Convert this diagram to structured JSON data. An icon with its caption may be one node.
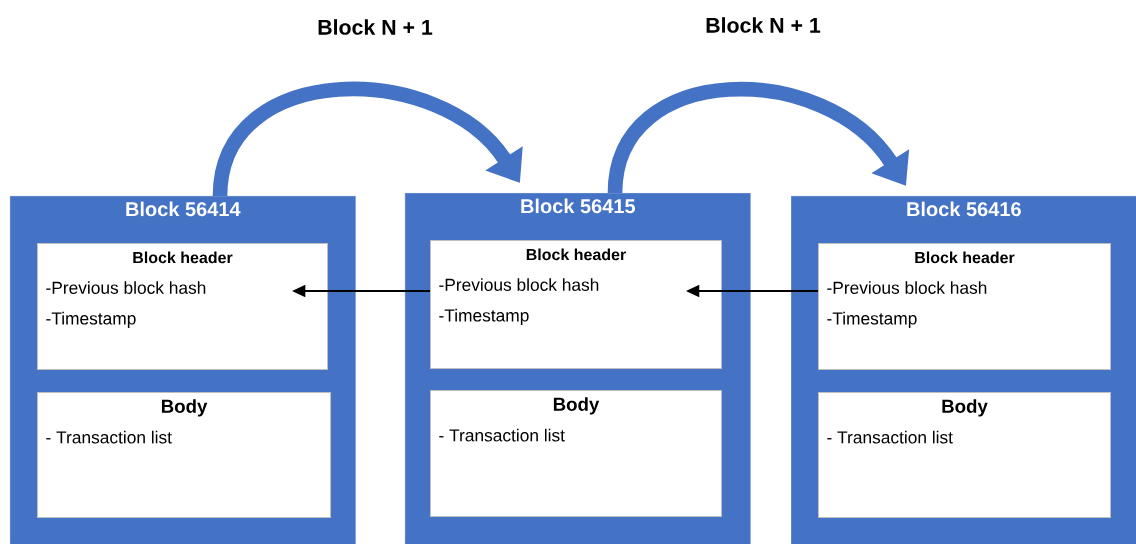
{
  "diagram": {
    "nodes": [
      {
        "text": [
          "Block 56414"
        ]
      },
      {
        "text": [
          "Block header",
          "-Previous block hash",
          "-Timestamp"
        ],
        "in": 0
      },
      {
        "text": [
          "Body",
          "- Transaction list"
        ],
        "in": 0
      },
      {
        "text": [
          "Block 56415"
        ]
      },
      {
        "text": [
          "Block header",
          "-Previous block hash",
          "-Timestamp"
        ],
        "in": 3
      },
      {
        "text": [
          "Body",
          "- Transaction list"
        ],
        "in": 3
      },
      {
        "text": [
          "Block 56416"
        ]
      },
      {
        "text": [
          "Block header",
          "-Previous block hash",
          "-Timestamp"
        ],
        "in": 6
      },
      {
        "text": [
          "Body",
          "- Transaction list"
        ],
        "in": 6
      }
    ],
    "edges": [
      {
        "from": 0,
        "to": 3,
        "arrow": "to",
        "label": "Block N + 1",
        "style": "thick",
        "color": "#4472c4"
      },
      {
        "from": 3,
        "to": 6,
        "arrow": "to",
        "label": "Block N + 1",
        "style": "thick",
        "color": "#4472c4"
      },
      {
        "from": 4,
        "to": 1,
        "arrow": "to",
        "color": "#000000"
      },
      {
        "from": 7,
        "to": 4,
        "arrow": "to",
        "color": "#000000"
      }
    ]
  }
}
